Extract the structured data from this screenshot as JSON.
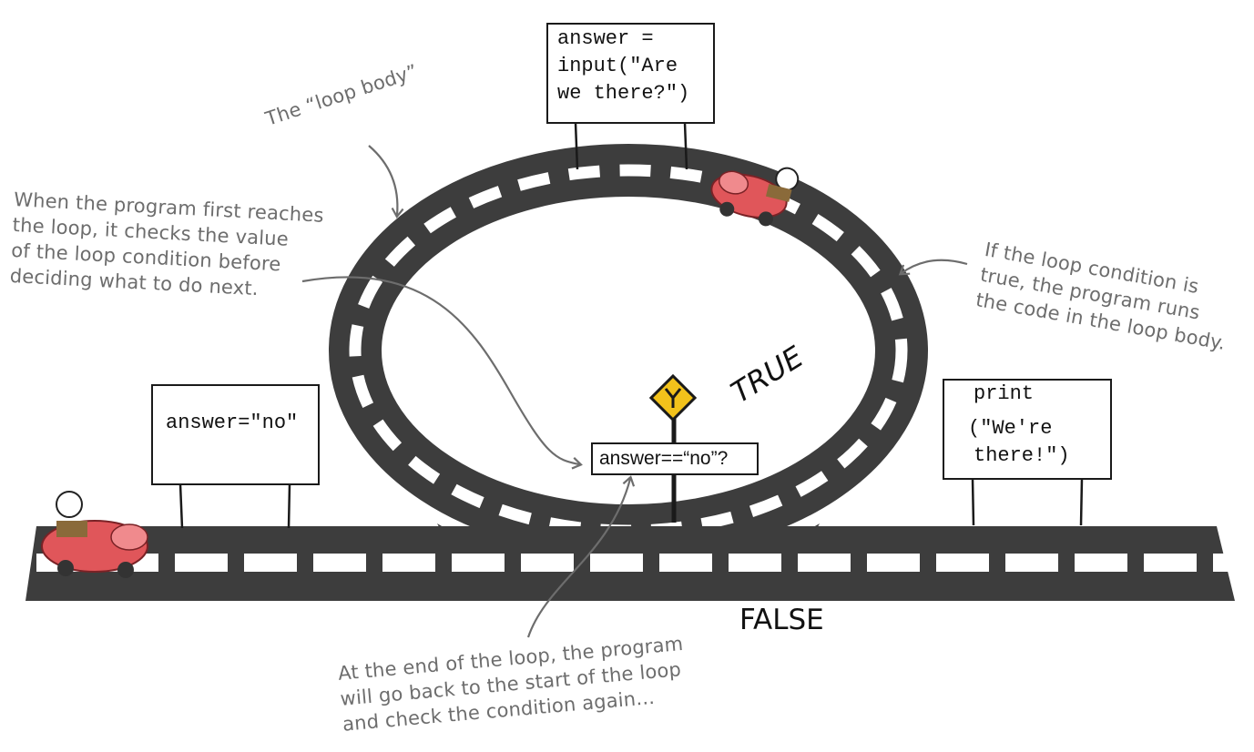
{
  "signs": {
    "loop_body": {
      "lines": [
        "answer =",
        "input(\"Are",
        "we there?\")"
      ]
    },
    "init": {
      "text": "answer=\"no\""
    },
    "exit": {
      "lines": [
        "print",
        "(\"We're",
        "there!\")"
      ]
    },
    "condition": {
      "text": "answer==“no”?"
    }
  },
  "labels": {
    "true": "TRUE",
    "false": "FALSE"
  },
  "annotations": {
    "loop_body_label": "The “loop body”",
    "first_reaches": [
      "When the program first reaches",
      "the loop, it checks the value",
      "of the loop condition before",
      "deciding what to do next."
    ],
    "if_true": [
      "If the loop condition is",
      "true, the program runs",
      "the code in the loop body."
    ],
    "end_of_loop": [
      "At the end of the loop, the program",
      "will go back to the start of the loop",
      "and check the condition again..."
    ]
  },
  "colors": {
    "road": "#3d3d3d",
    "lane_marking": "#ffffff",
    "annotation_text": "#6d6d6d",
    "car": "#e0565a",
    "yield_sign": "#f2c21b"
  },
  "icons": [
    "loop-road",
    "car-icon",
    "yield-sign-icon",
    "arrow-icon"
  ]
}
